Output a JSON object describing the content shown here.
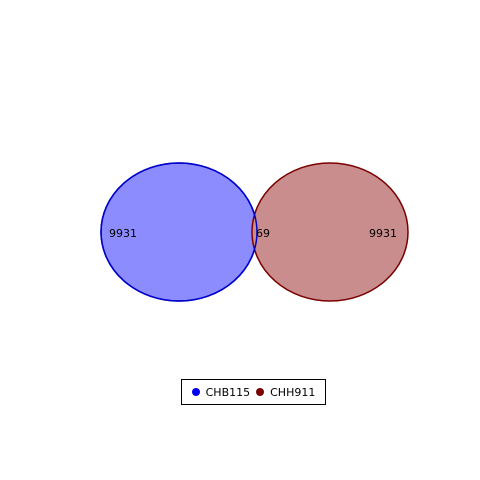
{
  "diagram": {
    "type": "venn",
    "sets": [
      {
        "name": "CHB115",
        "fill": "#8c8cff",
        "stroke": "#0000cc",
        "legend_color": "#0000ee",
        "only_count": "9931"
      },
      {
        "name": "CHH911",
        "fill": "#c98d8d",
        "stroke": "#7a0000",
        "legend_color": "#7a0000",
        "only_count": "9931"
      }
    ],
    "intersection_count": "69"
  },
  "legend": {
    "items": [
      "CHB115",
      "CHH911"
    ]
  }
}
